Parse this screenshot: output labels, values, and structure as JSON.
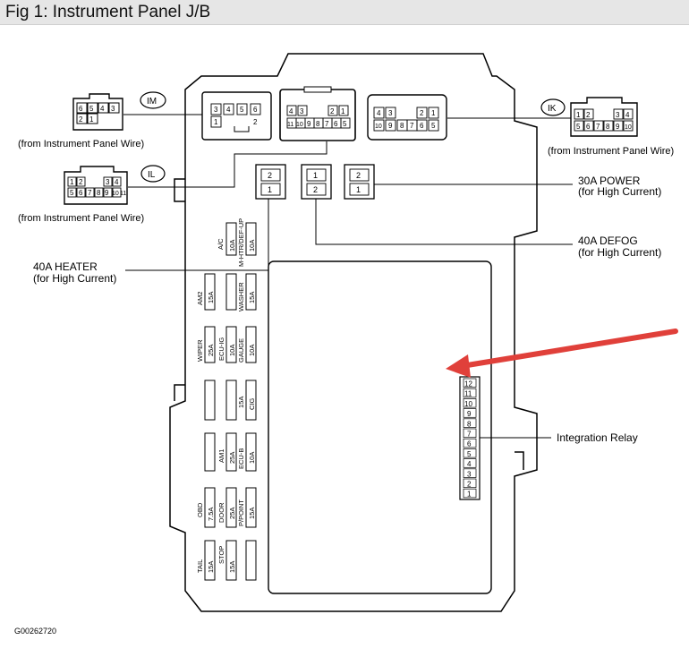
{
  "title": "Fig 1: Instrument Panel J/B",
  "figure_code": "G00262720",
  "colors": {
    "arrow": "#e0403a",
    "line": "#000000",
    "title_bar": "#e6e6e6"
  },
  "connectors": {
    "im": {
      "badge": "IM",
      "caption": "(from Instrument Panel Wire)",
      "top_pins": [
        "6",
        "5",
        "4",
        "3"
      ],
      "bottom_pins": [
        "2",
        "1"
      ]
    },
    "il": {
      "badge": "IL",
      "caption": "(from Instrument Panel Wire)",
      "top_pins": [
        "1",
        "2",
        "3",
        "4"
      ],
      "bottom_pins": [
        "5",
        "6",
        "7",
        "8",
        "9",
        "10",
        "11"
      ]
    },
    "ik": {
      "badge": "IK",
      "caption": "(from Instrument Panel Wire)",
      "top_pins": [
        "1",
        "2",
        "3",
        "4"
      ],
      "bottom_pins": [
        "5",
        "6",
        "7",
        "8",
        "9",
        "10"
      ]
    },
    "box_im": {
      "top_pins": [
        "3",
        "4",
        "5",
        "6"
      ],
      "bottom_pins": [
        "1",
        "2"
      ]
    },
    "box_il": {
      "top_pins": [
        "4",
        "3",
        "2",
        "1"
      ],
      "bottom_pins": [
        "11",
        "10",
        "9",
        "8",
        "7",
        "6",
        "5"
      ]
    },
    "box_ik": {
      "top_pins": [
        "4",
        "3",
        "2",
        "1"
      ],
      "bottom_pins": [
        "10",
        "9",
        "8",
        "7",
        "6",
        "5"
      ]
    }
  },
  "relays": {
    "heater": {
      "pins": [
        "2",
        "1"
      ]
    },
    "defog": {
      "pins": [
        "1",
        "2"
      ]
    },
    "power": {
      "pins": [
        "2",
        "1"
      ]
    }
  },
  "callouts": {
    "power_line1": "30A POWER",
    "power_line2": "(for High Current)",
    "defog_line1": "40A DEFOG",
    "defog_line2": "(for High Current)",
    "heater_line1": "40A HEATER",
    "heater_line2": "(for High Current)",
    "integration_relay": "Integration Relay"
  },
  "fuses": {
    "ac": "A/C",
    "ac_amp": "10A",
    "mirror_heater": "M-HTR/DEF-UP",
    "mirror_heater_amp": "10A",
    "am2": "AM2",
    "am2_amp": "15A",
    "washer": "WASHER",
    "washer_amp": "15A",
    "wiper": "WIPER",
    "wiper_amp": "25A",
    "ecu_ig": "ECU-IG",
    "ecu_ig_amp": "10A",
    "gauge": "GAUGE",
    "gauge_amp": "10A",
    "cig_amp": "15A",
    "cig": "CIG",
    "am1": "AM1",
    "am1_amp": "25A",
    "ecu_b": "ECU-B",
    "ecu_b_amp": "10A",
    "obd": "OBD",
    "obd_amp": "7.5A",
    "door": "DOOR",
    "door_amp": "25A",
    "p_point": "P/POINT",
    "p_point_amp": "15A",
    "tail": "TAIL",
    "tail_amp": "15A",
    "stop": "STOP",
    "stop_amp": "15A"
  },
  "integration_relay_pins": [
    "12",
    "11",
    "10",
    "9",
    "8",
    "7",
    "6",
    "5",
    "4",
    "3",
    "2",
    "1"
  ]
}
